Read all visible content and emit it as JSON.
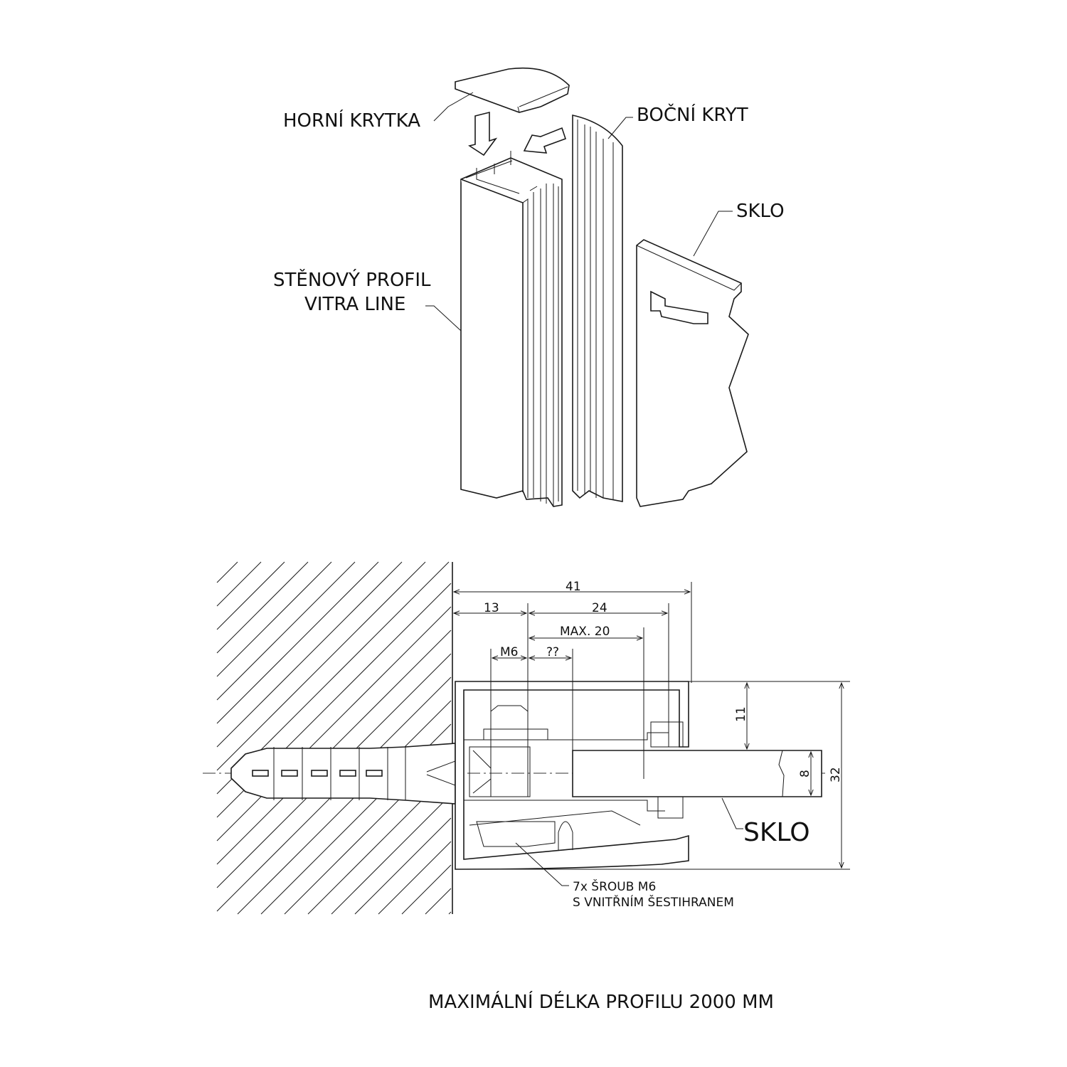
{
  "labels": {
    "top_cap": "HORNÍ KRYTKA",
    "side_cover": "BOČNÍ KRYT",
    "glass_top": "SKLO",
    "wall_profile_line1": "STĚNOVÝ PROFIL",
    "wall_profile_line2": "VITRA LINE",
    "glass_section": "SKLO",
    "screw_line1": "7x ŠROUB M6",
    "screw_line2": "S VNITŘNÍM ŠESTIHRANEM",
    "footer": "MAXIMÁLNÍ DÉLKA PROFILU 2000 MM"
  },
  "dimensions": {
    "overall_width": "41",
    "to_screw_axis": "13",
    "axis_to_slot": "24",
    "max_insert": "MAX. 20",
    "thread": "M6",
    "unknown": "??",
    "top_to_glass": "11",
    "glass_thickness": "8",
    "overall_height": "32"
  }
}
